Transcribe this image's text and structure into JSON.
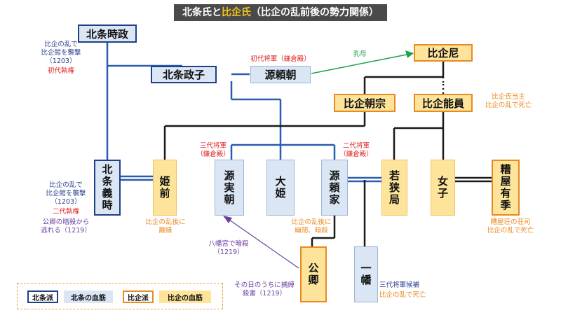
{
  "title": {
    "part1": "北条氏",
    "connector": "と",
    "part2": "比企氏",
    "part3": "（比企の乱前後の勢力関係）"
  },
  "people": {
    "tokimasa": "北条時政",
    "masako": "北条政子",
    "yoritomo": "源頼朝",
    "hiki_ama": "比企尼",
    "tomomune": "比企朝宗",
    "yoshikazu": "比企能員",
    "yoshitoki": "北条義時",
    "hime_no_mae": "姫前",
    "sanetomo": "源実朝",
    "ohime": "大姫",
    "yoriie": "源頼家",
    "wakasa": "若狭局",
    "joshi": "女子",
    "kasuya": "糟屋有季",
    "kugyo": "公卿",
    "ichiman": "一幡"
  },
  "notes": {
    "tokimasa_note": [
      "比企の乱で",
      "比企館を襲撃",
      "（1203）"
    ],
    "tokimasa_shikken": "初代執権",
    "yoritomo_note": "初代将軍（鎌倉殿）",
    "nyubo": "乳母",
    "yoshikazu_note": [
      "比企氏当主",
      "比企の乱で死亡"
    ],
    "sanetomo_note": [
      "三代将軍",
      "（鎌倉殿）"
    ],
    "yoriie_note": [
      "二代将軍",
      "（鎌倉殿）"
    ],
    "yoshitoki_note": [
      "比企の乱で",
      "比企館を襲撃",
      "（1203）"
    ],
    "yoshitoki_shikken": "二代執権",
    "yoshitoki_escape": [
      "公卿の暗殺から",
      "逃れる（1219）"
    ],
    "hime_note": [
      "比企の乱後に",
      "離縁"
    ],
    "yoriie_fate": [
      "比企の乱後に",
      "幽閉、暗殺"
    ],
    "kasuya_note": [
      "糟屋荘の荘司",
      "比企の乱で死亡"
    ],
    "hachiman_note": [
      "八幡宮で暗殺",
      "（1219）"
    ],
    "kugyo_note": [
      "その日のうちに捕縛",
      "殺害（1219）"
    ],
    "ichiman_note1": "三代将軍候補",
    "ichiman_note2": "比企の乱で死亡"
  },
  "legend": {
    "hojo_faction": "北条派",
    "hojo_blood": "北条の血筋",
    "hiki_faction": "比企派",
    "hiki_blood": "比企の血筋"
  },
  "colors": {
    "hojo_line": "#2a5db0",
    "hiki_line": "#1a1a1a",
    "hojo_fill": "#dbe6f5",
    "hiki_fill": "#fde49a",
    "hiki_border": "#e98a20",
    "hojo_border": "#1f3f8a",
    "red_text": "#e02020",
    "purple_text": "#6a3fa0",
    "green_text": "#1aa34a"
  }
}
